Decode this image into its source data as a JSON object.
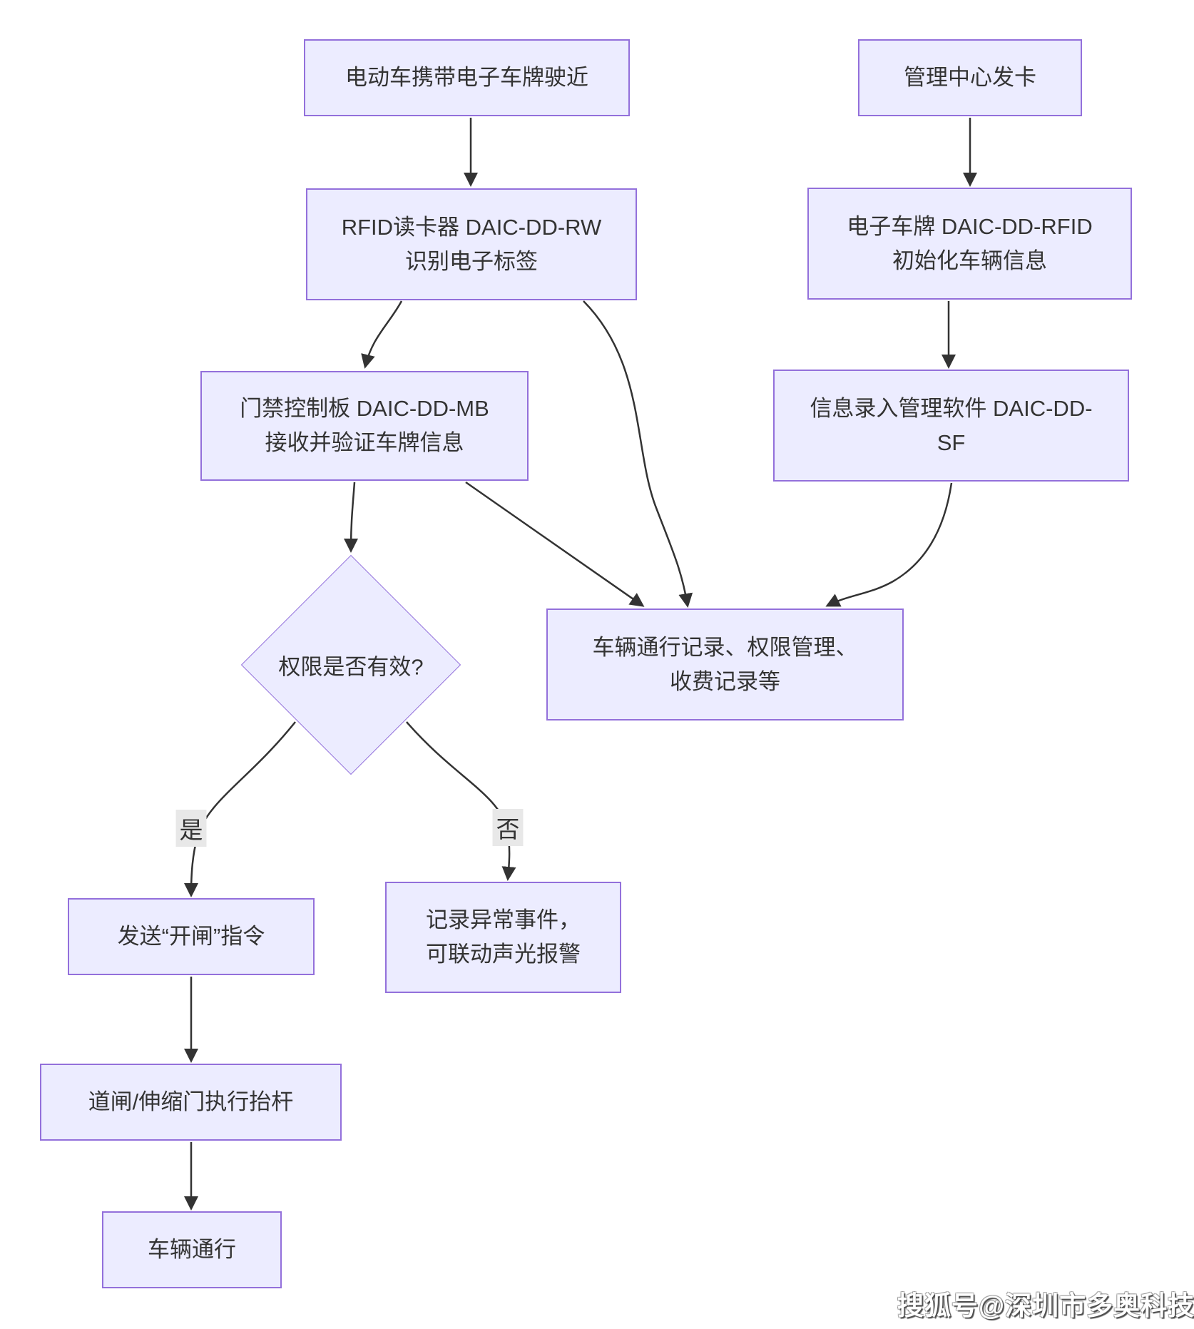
{
  "colors": {
    "node_fill": "#ECECFF",
    "node_border": "#9370DB",
    "edge": "#333333",
    "edge_label_bg": "#e8e8e8",
    "text": "#333333",
    "background": "#ffffff"
  },
  "nodes": {
    "approach": {
      "lines": [
        "电动车携带电子车牌驶近"
      ]
    },
    "rfid_reader": {
      "lines": [
        "RFID读卡器 DAIC-DD-RW",
        "识别电子标签"
      ]
    },
    "door_ctrl": {
      "lines": [
        "门禁控制板 DAIC-DD-MB",
        "接收并验证车牌信息"
      ]
    },
    "decision": {
      "lines": [
        "权限是否有效?"
      ]
    },
    "send_open": {
      "lines": [
        "发送“开闸”指令"
      ]
    },
    "gate_lift": {
      "lines": [
        "道闸/伸缩门执行抬杆"
      ]
    },
    "vehicle_pass": {
      "lines": [
        "车辆通行"
      ]
    },
    "log_alarm": {
      "lines": [
        "记录异常事件，",
        "可联动声光报警"
      ]
    },
    "card_center": {
      "lines": [
        "管理中心发卡"
      ]
    },
    "eplate_init": {
      "lines": [
        "电子车牌 DAIC-DD-RFID",
        "初始化车辆信息"
      ]
    },
    "software": {
      "lines": [
        "信息录入管理软件 DAIC-DD-",
        "SF"
      ]
    },
    "records": {
      "lines": [
        "车辆通行记录、权限管理、",
        "收费记录等"
      ]
    }
  },
  "edge_labels": {
    "yes": "是",
    "no": "否"
  },
  "watermark": {
    "text": "搜狐号@深圳市多奥科技"
  }
}
